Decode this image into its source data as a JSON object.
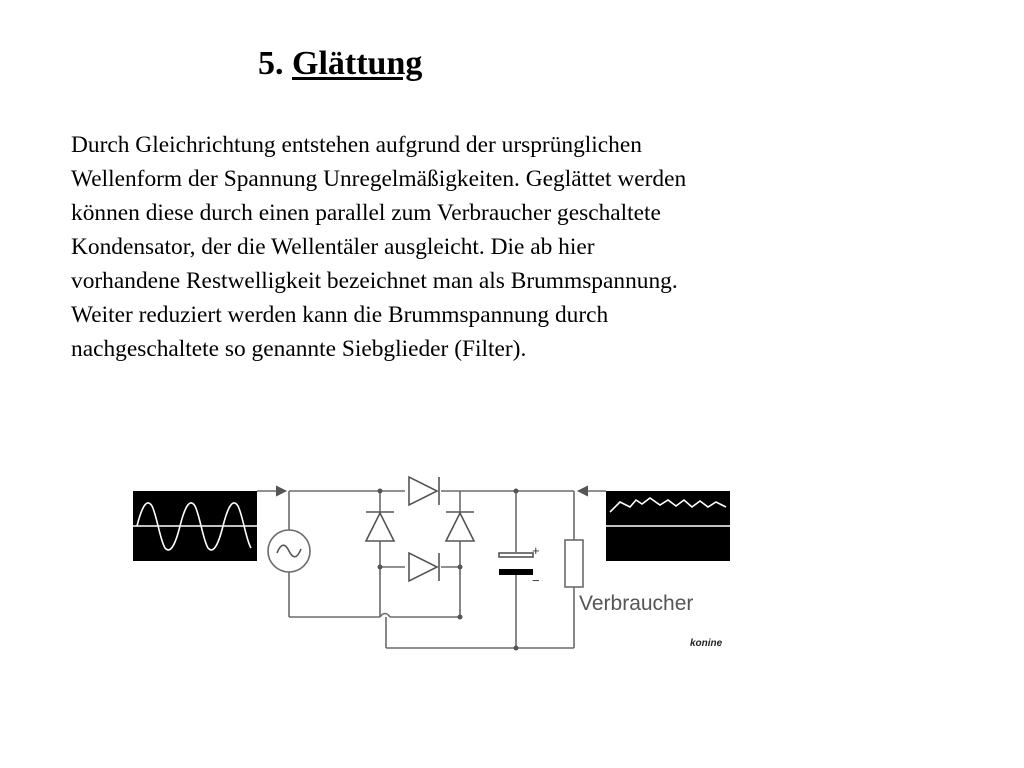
{
  "title": {
    "number": "5.",
    "text": "Glättung"
  },
  "body_lines": [
    "Durch Gleichrichtung entstehen aufgrund der ursprünglichen",
    "Wellenform der Spannung Unregelmäßigkeiten. Geglättet werden",
    "können diese durch einen parallel zum Verbraucher geschaltete",
    "Kondensator, der die Wellentäler ausgleicht. Die ab hier",
    "vorhandene Restwelligkeit bezeichnet man als Brummspannung.",
    "Weiter reduziert werden kann die Brummspannung durch",
    "nachgeschaltete so genannte Siebglieder (Filter)."
  ],
  "diagram": {
    "load_label": "Verbraucher",
    "cap_plus": "+",
    "cap_minus": "−",
    "signature": "konine"
  }
}
